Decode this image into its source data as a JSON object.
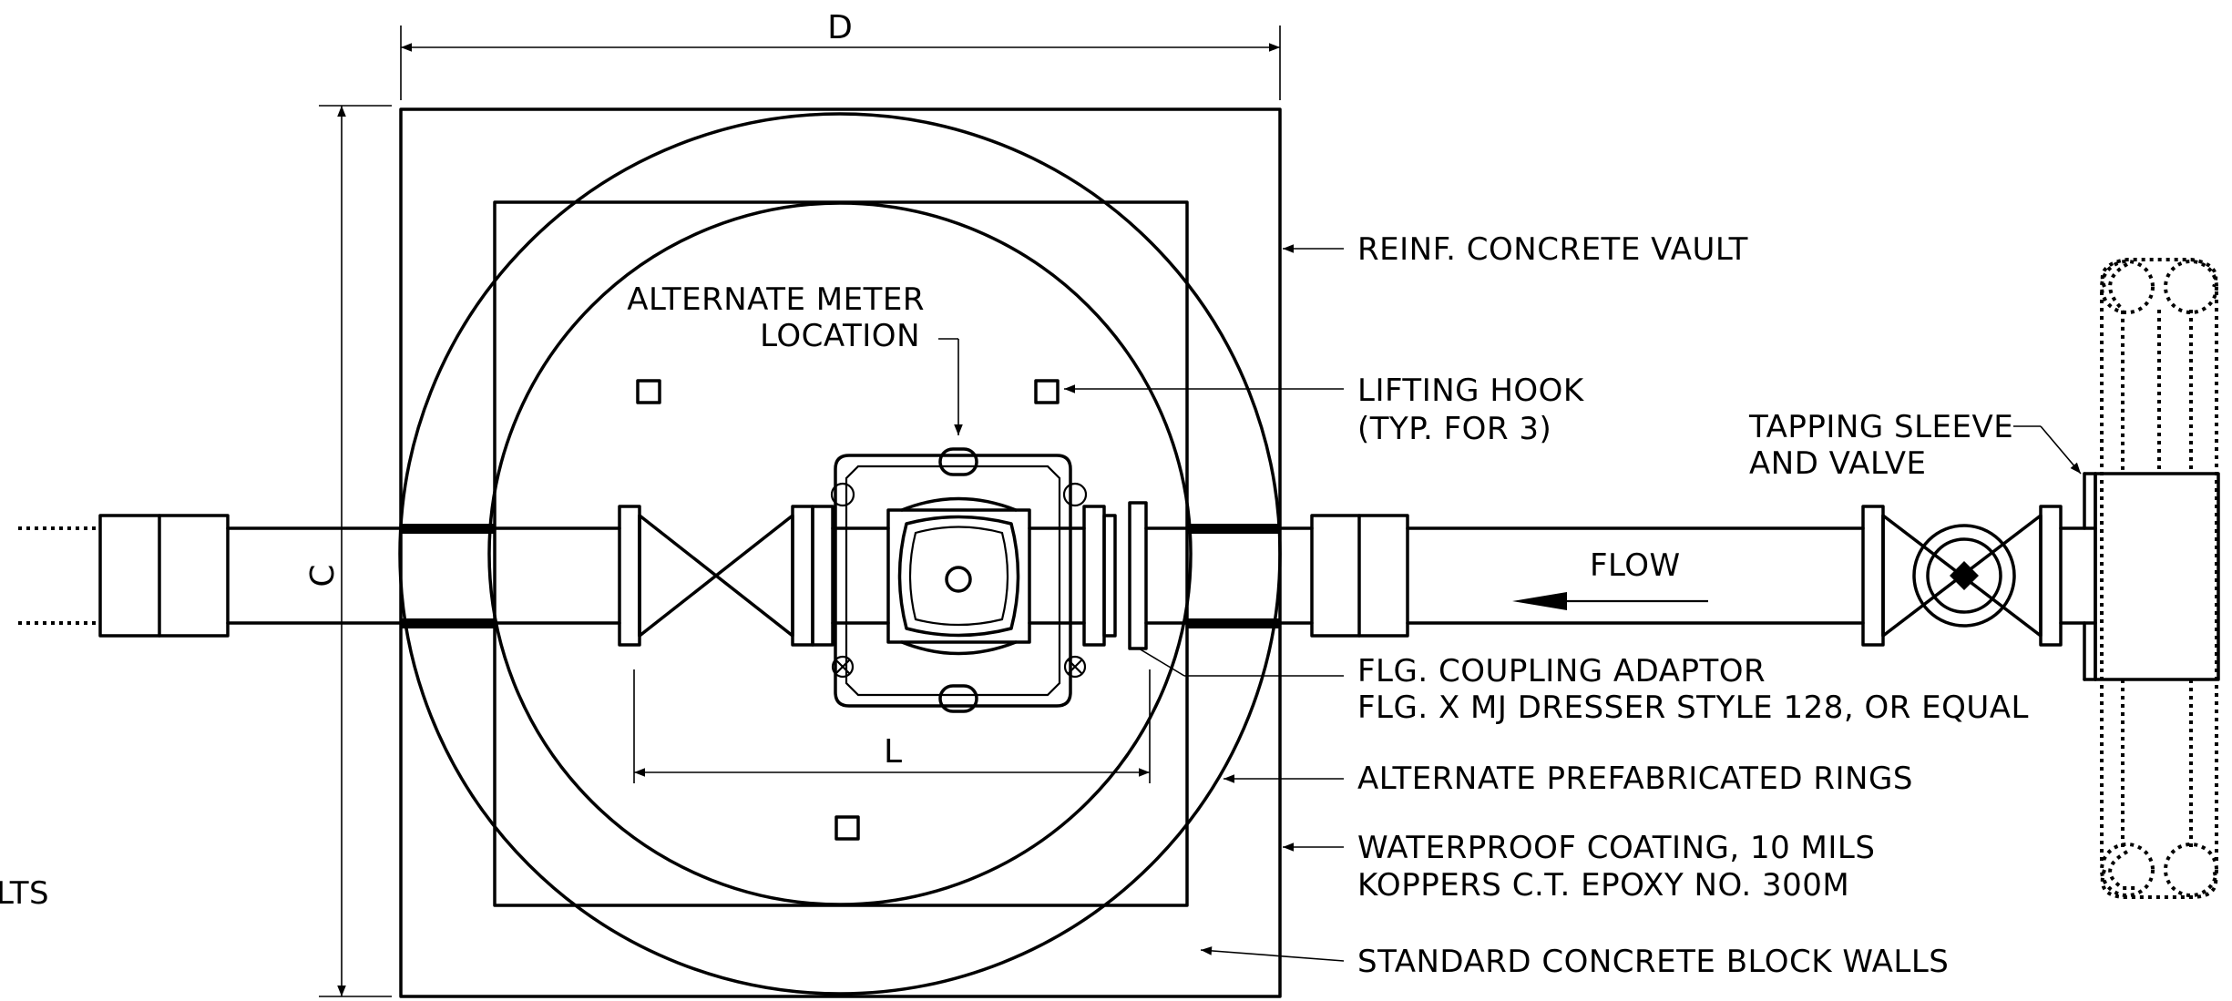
{
  "dimensions": {
    "d": "D",
    "c": "C",
    "l": "L"
  },
  "callouts": {
    "alternate_meter": [
      "ALTERNATE METER",
      "LOCATION"
    ],
    "reinf_vault": "REINF. CONCRETE VAULT",
    "lifting_hook": [
      "LIFTING HOOK",
      "(TYP. FOR 3)"
    ],
    "tapping_sleeve": [
      "TAPPING SLEEVE",
      "AND VALVE"
    ],
    "flow": "FLOW",
    "coupling": [
      "FLG. COUPLING ADAPTOR",
      "FLG. X MJ DRESSER STYLE 128, OR EQUAL"
    ],
    "prefab_rings": "ALTERNATE PREFABRICATED RINGS",
    "waterproof": [
      "WATERPROOF COATING, 10 MILS",
      "KOPPERS C.T. EPOXY NO. 300M"
    ],
    "block_walls": "STANDARD CONCRETE BLOCK WALLS",
    "cut_text": "LTS"
  }
}
